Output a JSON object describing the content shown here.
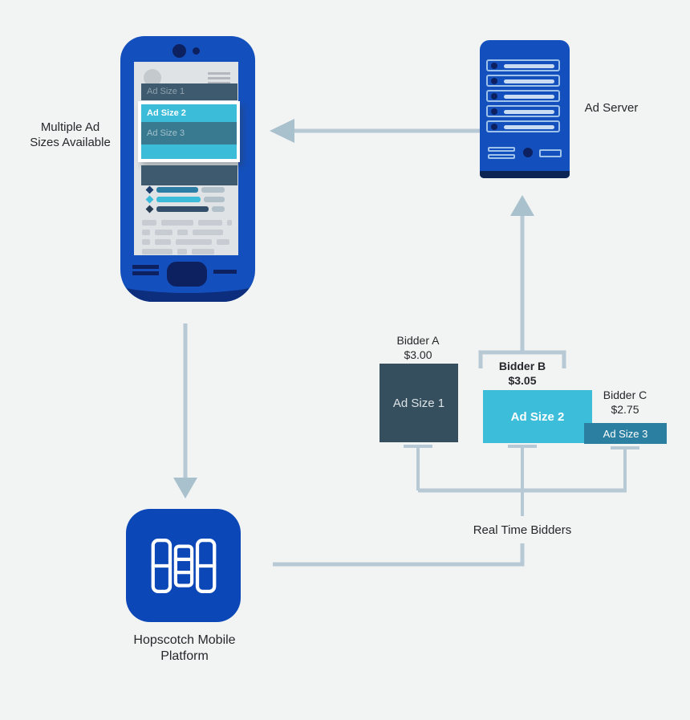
{
  "background_color": "#f2f3f3",
  "connector_color": "#b6c9d4",
  "accent_colors": {
    "device_blue": "#1450bd",
    "navy": "#0d2060",
    "cyan": "#3bbcd9",
    "slate": "#3d5a6e",
    "bidder_a_box": "#364f5e",
    "bidder_b_box": "#3cbdda",
    "bidder_c_box": "#2b7fa1"
  },
  "phone": {
    "label": {
      "line1": "Multiple  Ad",
      "line2": "Sizes Available"
    },
    "screen": {
      "ad_size_1": "Ad Size 1",
      "ad_size_2": "Ad Size 2",
      "ad_size_3": "Ad Size 3"
    },
    "icons": [
      "camera-icon",
      "avatar",
      "hamburger-menu-icon",
      "home-button",
      "speaker-lines"
    ]
  },
  "server": {
    "label": "Ad Server",
    "icons": [
      "drive-bay-led",
      "power-button"
    ]
  },
  "bidders": [
    {
      "name": "Bidder A",
      "bid": "$3.00",
      "box_label": "Ad Size 1",
      "box_color": "#364f5e",
      "winner": false
    },
    {
      "name": "Bidder B",
      "bid": "$3.05",
      "box_label": "Ad Size 2",
      "box_color": "#3cbdda",
      "winner": true
    },
    {
      "name": "Bidder C",
      "bid": "$2.75",
      "box_label": "Ad Size 3",
      "box_color": "#2b7fa1",
      "winner": false
    }
  ],
  "rtb": {
    "label": "Real Time Bidders"
  },
  "platform": {
    "label": {
      "line1": "Hopscotch Mobile",
      "line2": "Platform"
    },
    "icon": "hopscotch-grid-icon"
  },
  "flows": [
    "ad-server-to-phone",
    "phone-to-hopscotch-platform",
    "winning-bidder-to-ad-server",
    "real-time-bidders-to-hopscotch-platform"
  ]
}
